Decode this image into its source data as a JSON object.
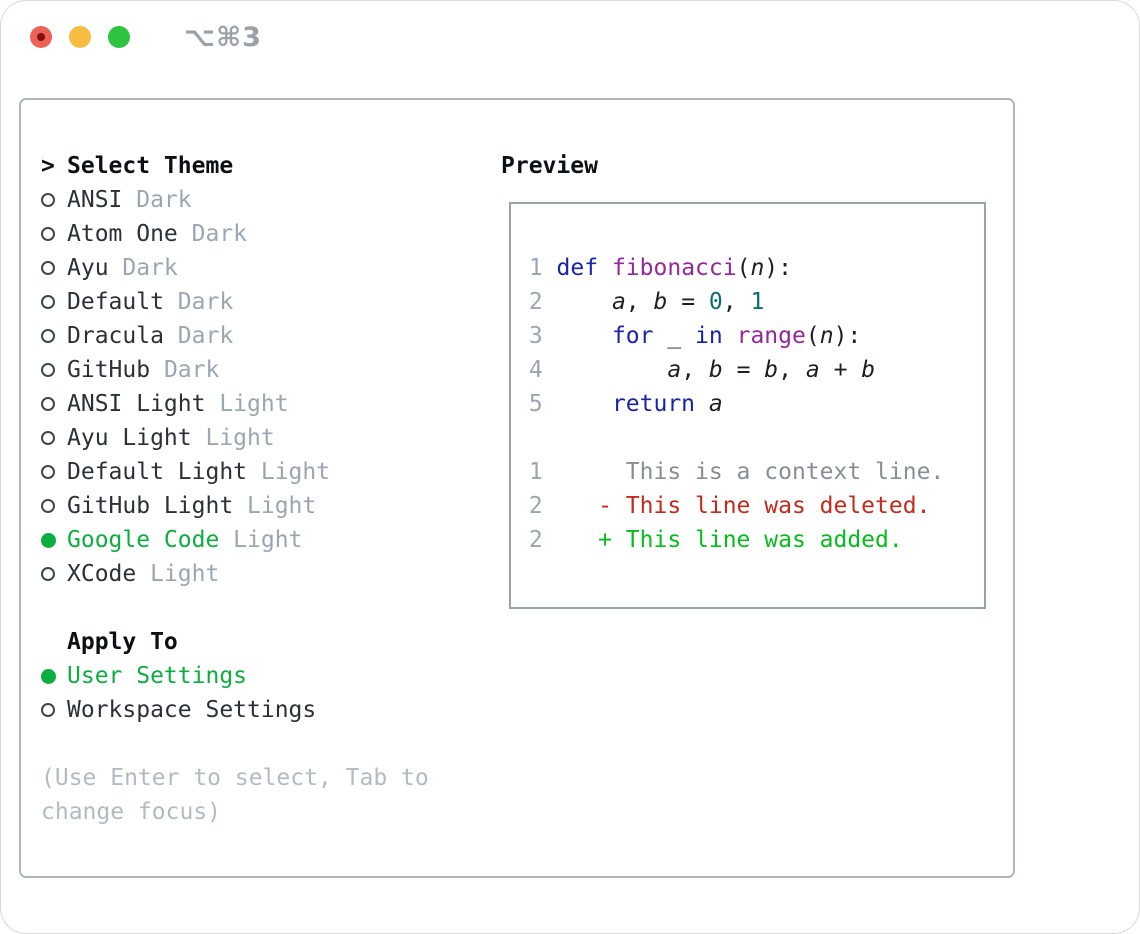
{
  "window": {
    "title": "⌥⌘3"
  },
  "theme_panel": {
    "caret": ">",
    "header_label": "Select Theme",
    "themes": [
      {
        "name": "ANSI",
        "tag": "Dark",
        "selected": false
      },
      {
        "name": "Atom One",
        "tag": "Dark",
        "selected": false
      },
      {
        "name": "Ayu",
        "tag": "Dark",
        "selected": false
      },
      {
        "name": "Default",
        "tag": "Dark",
        "selected": false
      },
      {
        "name": "Dracula",
        "tag": "Dark",
        "selected": false
      },
      {
        "name": "GitHub",
        "tag": "Dark",
        "selected": false
      },
      {
        "name": "ANSI Light",
        "tag": "Light",
        "selected": false
      },
      {
        "name": "Ayu Light",
        "tag": "Light",
        "selected": false
      },
      {
        "name": "Default Light",
        "tag": "Light",
        "selected": false
      },
      {
        "name": "GitHub Light",
        "tag": "Light",
        "selected": false
      },
      {
        "name": "Google Code",
        "tag": "Light",
        "selected": true
      },
      {
        "name": "XCode",
        "tag": "Light",
        "selected": false
      }
    ],
    "apply_label": "Apply To",
    "apply_options": [
      {
        "name": "User Settings",
        "selected": true
      },
      {
        "name": "Workspace Settings",
        "selected": false
      }
    ],
    "hint_lines": [
      "(Use Enter to select, Tab to",
      "change focus)"
    ]
  },
  "preview": {
    "label": "Preview",
    "lines": [
      [
        [
          "ln",
          " 1 "
        ],
        [
          "kw",
          "def"
        ],
        [
          "pl",
          " "
        ],
        [
          "fn",
          "fibonacci"
        ],
        [
          "pl",
          "("
        ],
        [
          "var",
          "n"
        ],
        [
          "pl",
          "):"
        ]
      ],
      [
        [
          "ln",
          " 2 "
        ],
        [
          "pl",
          "    "
        ],
        [
          "var",
          "a"
        ],
        [
          "pl",
          ", "
        ],
        [
          "var",
          "b"
        ],
        [
          "pl",
          " = "
        ],
        [
          "num",
          "0"
        ],
        [
          "pl",
          ", "
        ],
        [
          "num",
          "1"
        ]
      ],
      [
        [
          "ln",
          " 3 "
        ],
        [
          "pl",
          "    "
        ],
        [
          "kw",
          "for"
        ],
        [
          "pl",
          " _ "
        ],
        [
          "kw",
          "in"
        ],
        [
          "pl",
          " "
        ],
        [
          "fn",
          "range"
        ],
        [
          "pl",
          "("
        ],
        [
          "var",
          "n"
        ],
        [
          "pl",
          "):"
        ]
      ],
      [
        [
          "ln",
          " 4 "
        ],
        [
          "pl",
          "        "
        ],
        [
          "var",
          "a"
        ],
        [
          "pl",
          ", "
        ],
        [
          "var",
          "b"
        ],
        [
          "pl",
          " = "
        ],
        [
          "var",
          "b"
        ],
        [
          "pl",
          ", "
        ],
        [
          "var",
          "a"
        ],
        [
          "pl",
          " + "
        ],
        [
          "var",
          "b"
        ]
      ],
      [
        [
          "ln",
          " 5 "
        ],
        [
          "pl",
          "    "
        ],
        [
          "kw",
          "return"
        ],
        [
          "pl",
          " "
        ],
        [
          "var",
          "a"
        ]
      ],
      [],
      [
        [
          "ln",
          " 1 "
        ],
        [
          "ctx",
          "     This is a context line."
        ]
      ],
      [
        [
          "ln",
          " 2 "
        ],
        [
          "del",
          "   - This line was deleted."
        ]
      ],
      [
        [
          "ln",
          " 2 "
        ],
        [
          "add",
          "   + This line was added."
        ]
      ]
    ]
  },
  "colors": {
    "accent_green": "#0cae41",
    "kw": "#1a23aa",
    "fn": "#95279a",
    "numlit": "#0d6e6e",
    "code_plain": "#1c2025",
    "muted": "#9ba6b2",
    "name_color": "#2b3039",
    "header_color": "#0c0f14",
    "radio_border": "#3f4650",
    "diff_add": "#06bd1b",
    "diff_del": "#c52a1d",
    "ctx_gray": "#888e96",
    "hint_gray": "#b2bac3",
    "panel_border": "#aeb6c0",
    "box_border": "#99a3ae",
    "title_gray": "#9aa1a9",
    "traffic_red": "#ee6156",
    "traffic_red_dot": "#7e110b",
    "traffic_yellow": "#f7bd40",
    "traffic_green": "#2fc340"
  }
}
